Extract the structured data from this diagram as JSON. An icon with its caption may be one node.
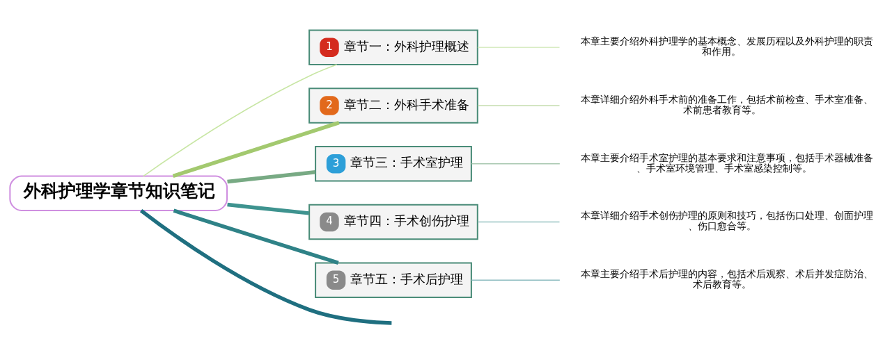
{
  "diagram": {
    "nodes": [
      {
        "text": [
          "外科护理学章节知识笔记"
        ]
      },
      {
        "text": [
          "1",
          "章节一：外科护理概述"
        ]
      },
      {
        "text": [
          "本章主要介绍外科护理学的基本概念、发展历程以及外科护理的职责和作用。"
        ]
      },
      {
        "text": [
          "2",
          "章节二：外科手术准备"
        ]
      },
      {
        "text": [
          "本章详细介绍外科手术前的准备工作，包括术前检查、手术室准备、术前患者教育等。"
        ]
      },
      {
        "text": [
          "3",
          "章节三：手术室护理"
        ]
      },
      {
        "text": [
          "本章主要介绍手术室护理的基本要求和注意事项，包括手术器械准备、手术室环境管理、手术室感染控制等。"
        ]
      },
      {
        "text": [
          "4",
          "章节四：手术创伤护理"
        ]
      },
      {
        "text": [
          "本章详细介绍手术创伤护理的原则和技巧，包括伤口处理、创面护理、伤口愈合等。"
        ]
      },
      {
        "text": [
          "5",
          "章节五：手术后护理"
        ]
      },
      {
        "text": [
          "本章主要介绍手术后护理的内容，包括术后观察、术后并发症防治、术后教育等。"
        ]
      }
    ],
    "edges": [
      {
        "from": 0,
        "to": 1,
        "arrow": "none",
        "color": "#c8e6a4"
      },
      {
        "from": 1,
        "to": 2,
        "arrow": "none",
        "color": "#d8ecc4"
      },
      {
        "from": 0,
        "to": 3,
        "arrow": "none",
        "style": "thick",
        "color": "#a3c96f"
      },
      {
        "from": 3,
        "to": 4,
        "arrow": "none",
        "color": "#c4dcae"
      },
      {
        "from": 0,
        "to": 5,
        "arrow": "none",
        "style": "thick",
        "color": "#78aa84"
      },
      {
        "from": 5,
        "to": 6,
        "arrow": "none",
        "color": "#a8c8b0"
      },
      {
        "from": 0,
        "to": 7,
        "arrow": "none",
        "style": "thick",
        "color": "#3e938f"
      },
      {
        "from": 7,
        "to": 8,
        "arrow": "none",
        "color": "#98c4c2"
      },
      {
        "from": 0,
        "to": 9,
        "arrow": "none",
        "style": "thick",
        "color": "#2f8287"
      },
      {
        "from": 9,
        "to": 10,
        "arrow": "none",
        "color": "#8cbcc0"
      },
      {
        "from": 0,
        "to": null,
        "arrow": "none",
        "style": "thick",
        "color": "#1f6f80"
      }
    ]
  }
}
